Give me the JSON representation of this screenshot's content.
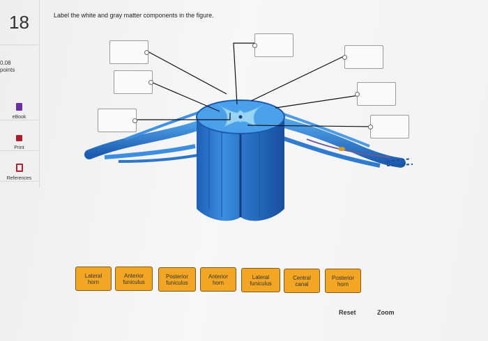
{
  "question_number": "18",
  "points_value": "0.08",
  "points_label": "points",
  "sidebar": {
    "ebook_label": "eBook",
    "print_label": "Print",
    "references_label": "References"
  },
  "prompt": "Label the white and gray matter components in the figure.",
  "labels": [
    "Lateral\nhorn",
    "Anterior\nfuniculus",
    "Posterior\nfuniculus",
    "Anterior\nhorn",
    "Lateral\nfuniculus",
    "Central\ncanal",
    "Posterior\nhorn"
  ],
  "buttons": {
    "reset": "Reset",
    "zoom": "Zoom"
  },
  "colors": {
    "tile": "#f2a623",
    "cord": "#2f7fd0"
  }
}
